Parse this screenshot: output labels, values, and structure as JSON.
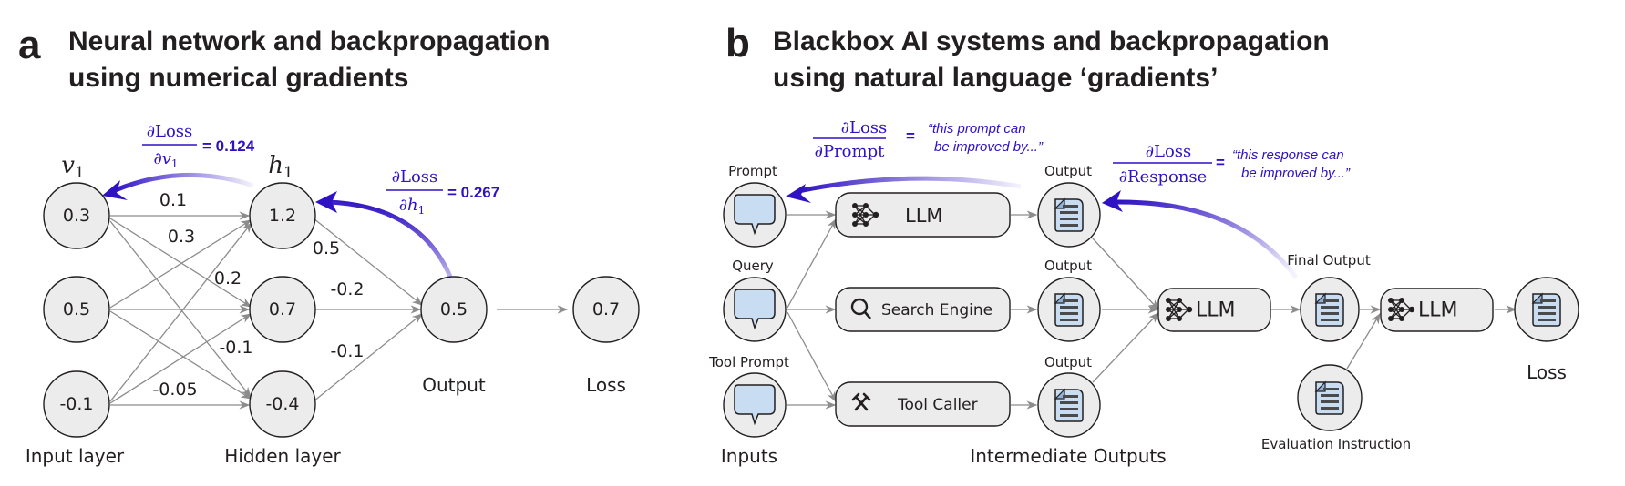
{
  "panel_a": {
    "letter": "a",
    "title_line1": "Neural network and backpropagation",
    "title_line2": "using numerical gradients",
    "input_nodes": [
      "0.3",
      "0.5",
      "-0.1"
    ],
    "hidden_nodes": [
      "1.2",
      "0.7",
      "-0.4"
    ],
    "output_node": "0.5",
    "loss_node": "0.7",
    "input_weights": {
      "v1_h1": "0.1",
      "v1_h2": "0.3",
      "mid_a": "0.2",
      "mid_b": "-0.1",
      "v3_h3": "-0.05"
    },
    "hidden_weights": [
      "0.5",
      "-0.2",
      "-0.1"
    ],
    "labels": {
      "v1": "v",
      "v1_sub": "1",
      "h1": "h",
      "h1_sub": "1",
      "input_layer": "Input layer",
      "hidden_layer": "Hidden layer",
      "output": "Output",
      "loss": "Loss"
    },
    "gradients": {
      "v1": {
        "numerator": "∂Loss",
        "denominator": "∂v",
        "denominator_sub": "1",
        "value": "= 0.124"
      },
      "h1": {
        "numerator": "∂Loss",
        "denominator": "∂h",
        "denominator_sub": "1",
        "value": "= 0.267"
      }
    }
  },
  "panel_b": {
    "letter": "b",
    "title_line1": "Blackbox AI systems and backpropagation",
    "title_line2": "using natural language ‘gradients’",
    "inputs": [
      "Prompt",
      "Query",
      "Tool Prompt"
    ],
    "components": {
      "llm1": "LLM",
      "search": "Search Engine",
      "tool": "Tool Caller",
      "llm2": "LLM",
      "llm3": "LLM"
    },
    "output_labels": [
      "Output",
      "Output",
      "Output"
    ],
    "final_output": "Final Output",
    "evaluation_instruction": "Evaluation Instruction",
    "loss": "Loss",
    "group_labels": {
      "inputs": "Inputs",
      "intermediate": "Intermediate Outputs"
    },
    "gradients": {
      "prompt": {
        "numerator": "∂Loss",
        "denominator": "∂Prompt",
        "equals": "=",
        "quote_line1": "“this prompt can",
        "quote_line2": "be improved by...”"
      },
      "response": {
        "numerator": "∂Loss",
        "denominator": "∂Response",
        "equals": "=",
        "quote_line1": "“this response can",
        "quote_line2": "be improved by...”"
      }
    },
    "icons": {
      "input": "speech-bubble-icon",
      "output": "document-icon",
      "llm": "neural-network-icon",
      "search": "magnifier-icon",
      "tool": "tools-icon"
    }
  },
  "colors": {
    "gradient_arrow": "#2e12c4",
    "node_fill": "#ececec",
    "edge": "#8c8c8c",
    "icon_fill": "#c8dcf2"
  }
}
